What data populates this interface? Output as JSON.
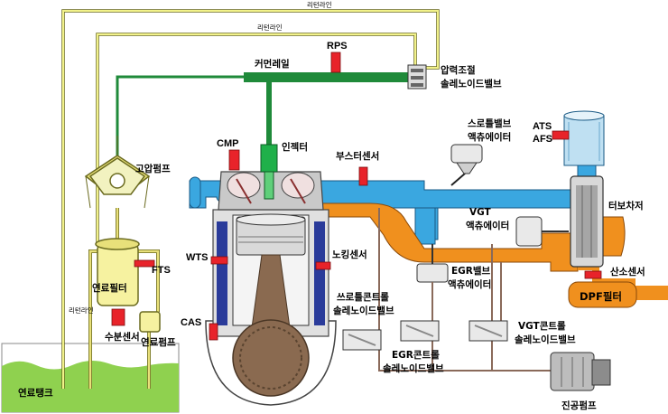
{
  "labels": {
    "return_line_top": "리턴라인",
    "return_line_second": "리턴라인",
    "return_line_small": "리턴라인",
    "rps": "RPS",
    "common_rail": "커먼레일",
    "pressure_valve_1": "압력조절",
    "pressure_valve_2": "솔레노이드밸브",
    "throttle_actuator_1": "스로틀밸브",
    "throttle_actuator_2": "액츄에이터",
    "ats": "ATS",
    "afs": "AFS",
    "cmp": "CMP",
    "injector": "인젝터",
    "boost_sensor": "부스터센서",
    "high_pressure_pump": "고압펌프",
    "turbo": "터보차저",
    "vgt_actuator_1": "VGT",
    "vgt_actuator_2": "액츄에이터",
    "wts": "WTS",
    "knock_sensor": "노킹센서",
    "fts": "FTS",
    "fuel_filter": "연료필터",
    "egr_valve_1": "EGR밸브",
    "egr_valve_2": "액츄에이터",
    "oxygen_sensor": "산소센서",
    "dpf_filter": "DPF필터",
    "cas": "CAS",
    "water_sensor": "수분센서",
    "fuel_pump": "연료펌프",
    "throttle_sol_1": "쓰로틀콘트롤",
    "throttle_sol_2": "솔레노이드밸브",
    "egr_sol_1": "EGR콘트롤",
    "egr_sol_2": "솔레노이드밸브",
    "vgt_sol_1": "VGT콘트롤",
    "vgt_sol_2": "솔레노이드밸브",
    "fuel_tank": "연료탱크",
    "vacuum_pump": "진공펌프"
  },
  "colors": {
    "fuel_line": "#e8e07a",
    "fuel_line_edge": "#6b6b20",
    "return_line": "#f2f28a",
    "rail": "#1f8a3a",
    "intake": "#3aa7e0",
    "exhaust": "#f0901e",
    "vacuum_line": "#8a6a5a",
    "sensor": "#e8232a",
    "fuel_tank": "#8fd14f",
    "filter": "#f6f2a0",
    "crank": "#8a6a50"
  }
}
